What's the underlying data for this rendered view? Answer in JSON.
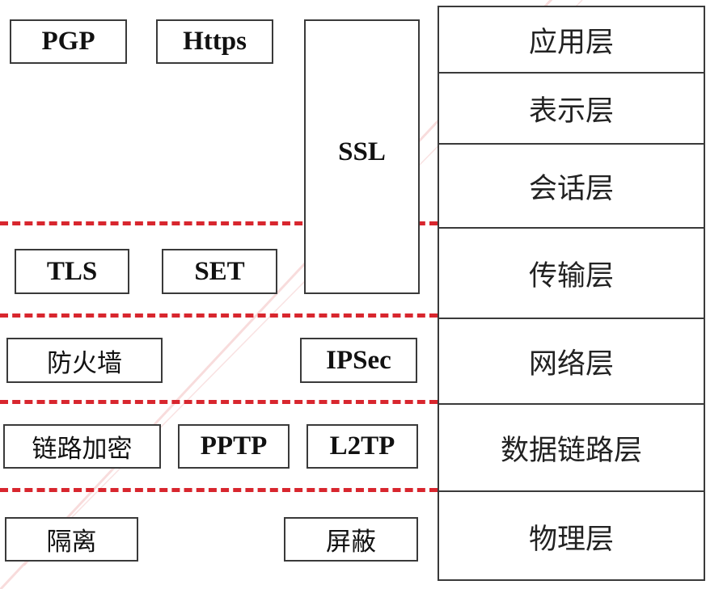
{
  "layers": [
    "应用层",
    "表示层",
    "会话层",
    "传输层",
    "网络层",
    "数据链路层",
    "物理层"
  ],
  "protocols": {
    "pgp": "PGP",
    "https": "Https",
    "ssl": "SSL",
    "tls": "TLS",
    "set": "SET",
    "firewall": "防火墙",
    "ipsec": "IPSec",
    "link_encryption": "链路加密",
    "pptp": "PPTP",
    "l2tp": "L2TP",
    "isolation": "隔离",
    "shielding": "屏蔽"
  },
  "colors": {
    "divider": "#d8262e",
    "watermark": "#f0b4b4",
    "border": "#3a3a3a"
  }
}
